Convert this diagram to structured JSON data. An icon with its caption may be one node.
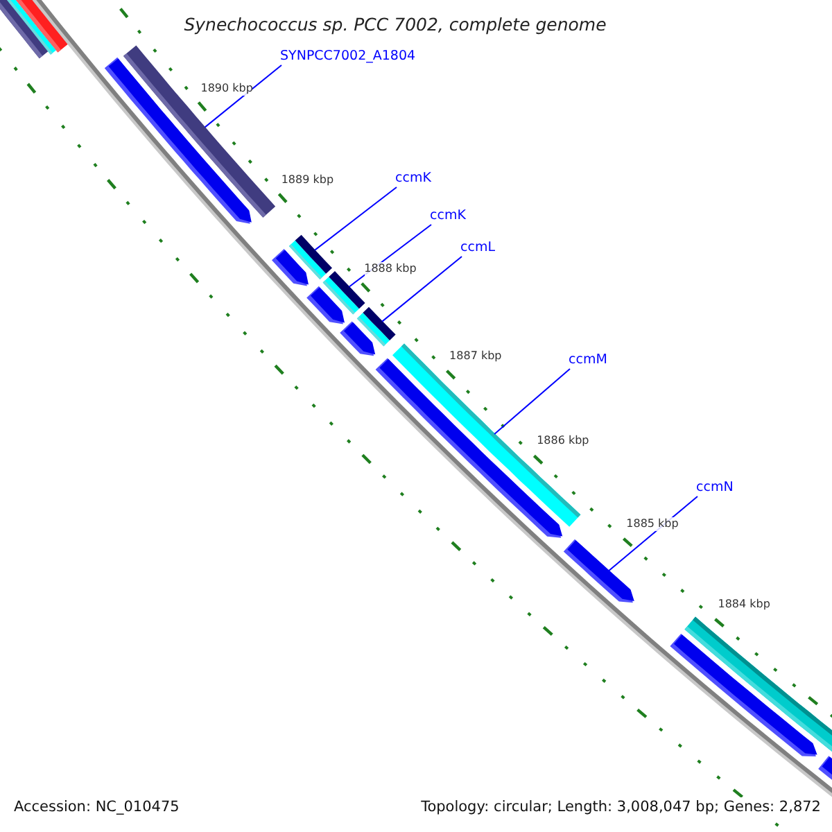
{
  "diagram": {
    "title": "Synechococcus sp. PCC 7002, complete genome",
    "nodes": [
      {
        "text": [
          "SYNPCC7002_A1804"
        ]
      },
      {
        "text": [
          "ccmK"
        ]
      },
      {
        "text": [
          "ccmK"
        ]
      },
      {
        "text": [
          "ccmL"
        ]
      },
      {
        "text": [
          "ccmM"
        ]
      },
      {
        "text": [
          "ccmN"
        ]
      },
      {
        "text": [],
        "shape": "bar"
      },
      {
        "text": [],
        "shape": "bar"
      },
      {
        "text": [],
        "shape": "bar"
      },
      {
        "text": [],
        "shape": "bar"
      },
      {
        "text": [],
        "shape": "bar"
      },
      {
        "text": [],
        "shape": "bar"
      }
    ],
    "edges": [
      {
        "from": 0,
        "to": 6,
        "arrow": "none"
      },
      {
        "from": 1,
        "to": 7,
        "arrow": "none"
      },
      {
        "from": 2,
        "to": 8,
        "arrow": "none"
      },
      {
        "from": 3,
        "to": 9,
        "arrow": "none"
      },
      {
        "from": 4,
        "to": 10,
        "arrow": "none"
      },
      {
        "from": 5,
        "to": 11,
        "arrow": "none"
      }
    ],
    "labels": [
      "1890 kbp",
      "1889 kbp",
      "1888 kbp",
      "1887 kbp",
      "1886 kbp",
      "1885 kbp",
      "1884 kbp",
      "Accession: NC_010475",
      "Topology: circular; Length: 3,008,047 bp; Genes: 2,872"
    ]
  }
}
